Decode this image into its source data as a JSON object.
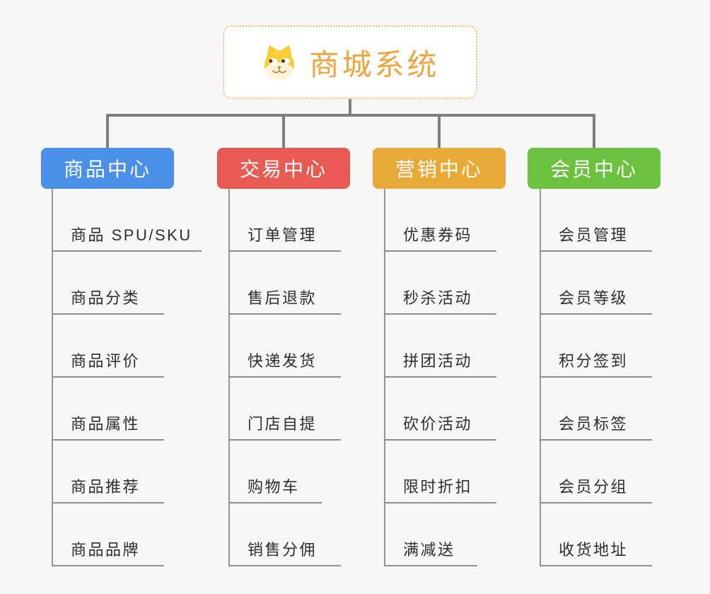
{
  "root": {
    "title": "商城系统",
    "icon": "dog-face-icon",
    "accent_color": "#f0a43c",
    "border_color": "#f6be72"
  },
  "colors": {
    "background": "#f7f7f7",
    "connector": "#7f7f7f",
    "leaf_connector": "#8e8e8e",
    "leaf_text": "#2d2d2d"
  },
  "branches": [
    {
      "label": "商品中心",
      "color": "#4b90e8",
      "children": [
        "商品 SPU/SKU",
        "商品分类",
        "商品评价",
        "商品属性",
        "商品推荐",
        "商品品牌"
      ]
    },
    {
      "label": "交易中心",
      "color": "#e85a52",
      "children": [
        "订单管理",
        "售后退款",
        "快递发货",
        "门店自提",
        "购物车",
        "销售分佣"
      ]
    },
    {
      "label": "营销中心",
      "color": "#e9a936",
      "children": [
        "优惠券码",
        "秒杀活动",
        "拼团活动",
        "砍价活动",
        "限时折扣",
        "满减送"
      ]
    },
    {
      "label": "会员中心",
      "color": "#6cc13e",
      "children": [
        "会员管理",
        "会员等级",
        "积分签到",
        "会员标签",
        "会员分组",
        "收货地址"
      ]
    }
  ]
}
